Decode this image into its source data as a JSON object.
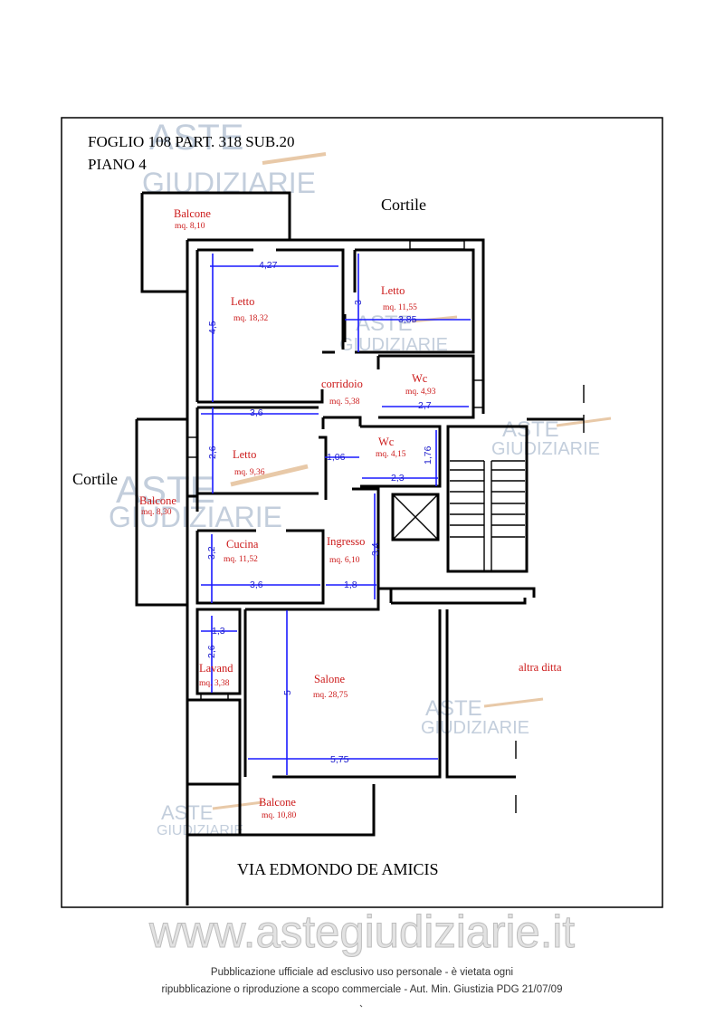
{
  "header": {
    "line1": "FOGLIO 108 PART. 318 SUB.20",
    "line2": "PIANO 4"
  },
  "labels": {
    "cortile_top": "Cortile",
    "cortile_left": "Cortile",
    "street": "VIA EDMONDO DE AMICIS",
    "altra_ditta": "altra ditta"
  },
  "rooms": {
    "balcone_top": {
      "name": "Balcone",
      "area": "mq. 8,10"
    },
    "letto_1": {
      "name": "Letto",
      "area": "mq. 18,32"
    },
    "letto_2": {
      "name": "Letto",
      "area": "mq. 11,55"
    },
    "corridoio": {
      "name": "corridoio",
      "area": "mq. 5,38"
    },
    "wc_1": {
      "name": "Wc",
      "area": "mq. 4,93"
    },
    "wc_2": {
      "name": "Wc",
      "area": "mq. 4,15"
    },
    "letto_3": {
      "name": "Letto",
      "area": "mq. 9,36"
    },
    "balcone_left": {
      "name": "Balcone",
      "area": "mq. 8,30"
    },
    "cucina": {
      "name": "Cucina",
      "area": "mq. 11,52"
    },
    "ingresso": {
      "name": "Ingresso",
      "area": "mq. 6,10"
    },
    "lavand": {
      "name": "Lavand",
      "area": "mq. 3,38"
    },
    "salone": {
      "name": "Salone",
      "area": "mq. 28,75"
    },
    "balcone_bottom": {
      "name": "Balcone",
      "area": "mq. 10,80"
    }
  },
  "dimensions": {
    "d427": "4,27",
    "d45": "4,5",
    "d3": "3",
    "d385": "3,85",
    "d27": "2,7",
    "d36a": "3,6",
    "d26a": "2,6",
    "d106": "1,06",
    "d176": "1,76",
    "d23": "2,3",
    "d32": "3,2",
    "d34": "3,4",
    "d36b": "3,6",
    "d18": "1,8",
    "d13": "1,3",
    "d26b": "2,6",
    "d5": "5",
    "d575": "5,75"
  },
  "watermark": {
    "brand_top": "ASTE",
    "brand_bottom": "GIUDIZIARIE",
    "site": "www.astegiudiziarie.it"
  },
  "footer": {
    "line1": "Pubblicazione ufficiale ad esclusivo uso personale - è vietata ogni",
    "line2": "ripubblicazione o riproduzione a scopo commerciale - Aut. Min. Giustizia PDG 21/07/09"
  },
  "colors": {
    "room_text": "#cc1a1a",
    "dimension": "#1a1aff",
    "walls": "#000000"
  }
}
